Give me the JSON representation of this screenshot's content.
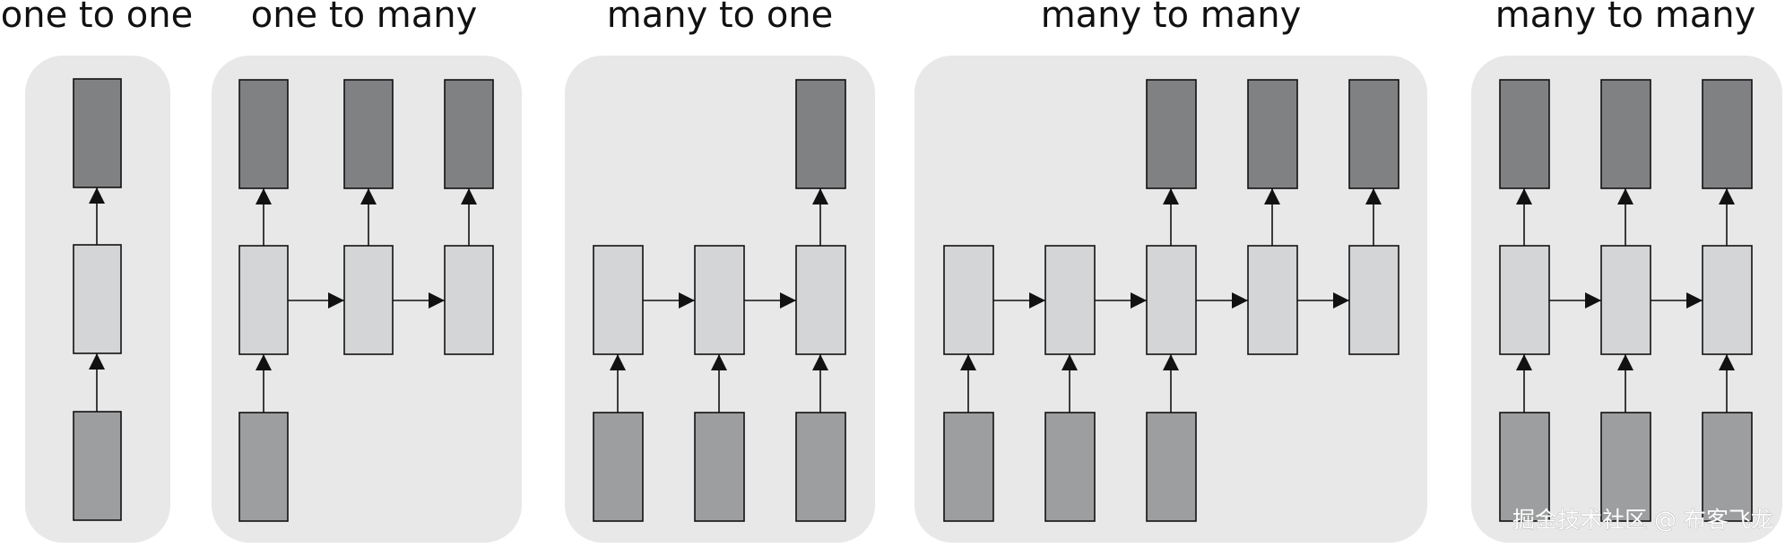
{
  "colors": {
    "panel_background": "#e8e8e8",
    "output_box": "#808183",
    "hidden_box": "#d4d5d7",
    "input_box": "#9d9ea0",
    "stroke": "#111111"
  },
  "panels": [
    {
      "title": "one to one"
    },
    {
      "title": "one to many"
    },
    {
      "title": "many to one"
    },
    {
      "title": "many to many"
    },
    {
      "title": "many to many"
    }
  ],
  "watermark": "掘金技术社区 @ 布客飞龙"
}
